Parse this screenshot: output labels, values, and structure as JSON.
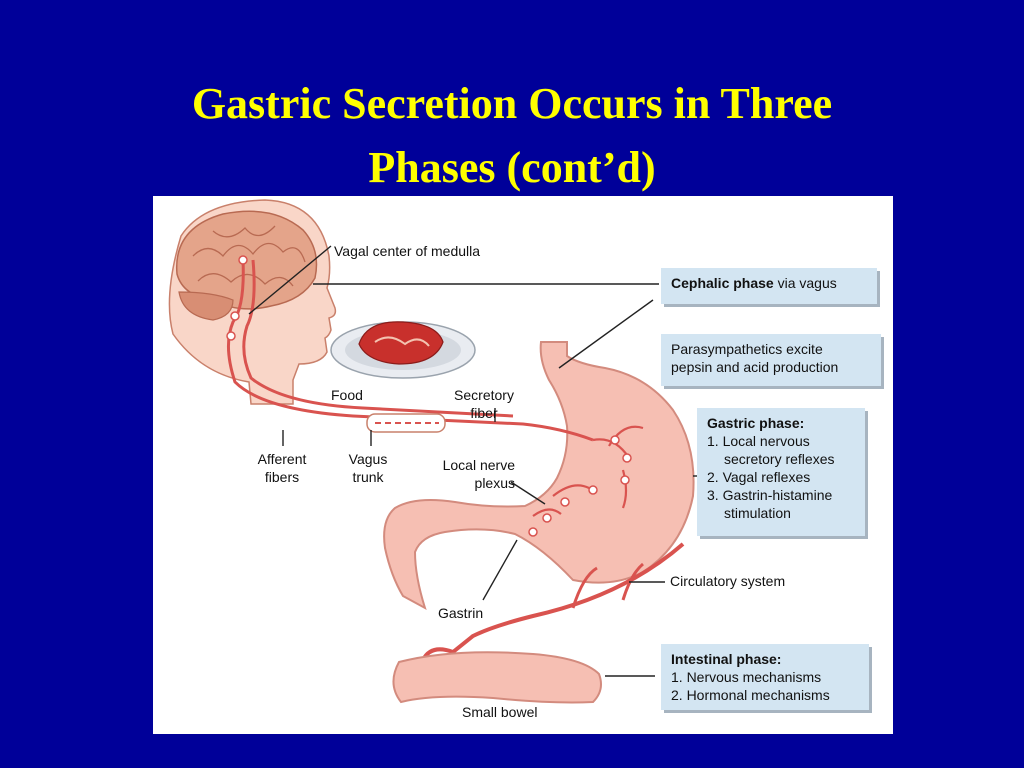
{
  "slide": {
    "title_line1": "Gastric Secretion Occurs in Three",
    "title_line2": "Phases (cont’d)"
  },
  "diagram": {
    "labels": {
      "vagal_center": "Vagal center of medulla",
      "food": "Food",
      "secretory_fiber_l1": "Secretory",
      "secretory_fiber_l2": "fiber",
      "afferent_l1": "Afferent",
      "afferent_l2": "fibers",
      "vagus_l1": "Vagus",
      "vagus_l2": "trunk",
      "plexus_l1": "Local nerve",
      "plexus_l2": "plexus",
      "gastrin": "Gastrin",
      "circulatory": "Circulatory system",
      "small_bowel": "Small bowel"
    },
    "boxes": {
      "cephalic": {
        "title": "Cephalic phase",
        "rest": " via vagus"
      },
      "parasympathetic": {
        "line1": "Parasympathetics excite",
        "line2": "pepsin and acid production"
      },
      "gastric": {
        "title": "Gastric phase:",
        "items": [
          "1. Local nervous secretory reflexes",
          "2. Vagal reflexes",
          "3. Gastrin-histamine stimulation"
        ]
      },
      "intestinal": {
        "title": "Intestinal phase:",
        "items": [
          "1. Nervous mechanisms",
          "2. Hormonal mechanisms"
        ]
      }
    },
    "colors": {
      "background": "#000099",
      "title": "#ffff00",
      "stomach": "#f6bfb3",
      "nerve": "#d9534f",
      "box": "#d3e5f2"
    }
  }
}
